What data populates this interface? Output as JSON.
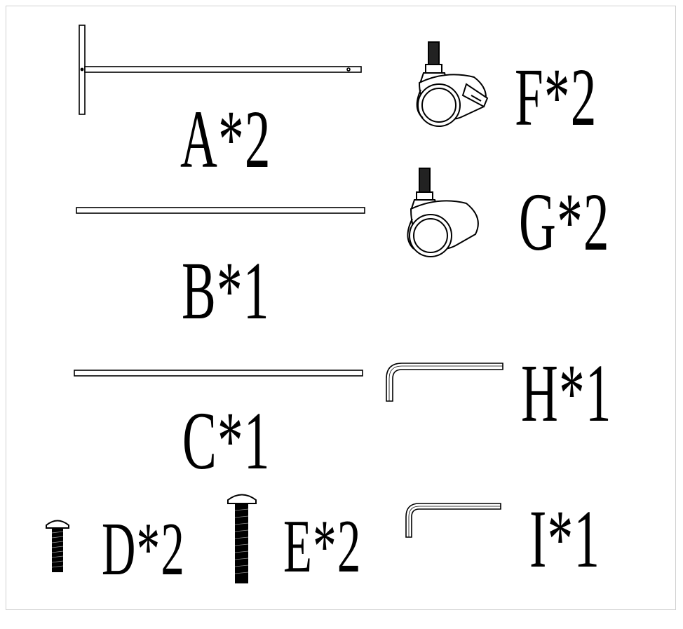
{
  "parts": [
    {
      "id": "A",
      "label": "A*2",
      "icon": "t-frame-tube-icon"
    },
    {
      "id": "B",
      "label": "B*1",
      "icon": "long-tube-icon"
    },
    {
      "id": "C",
      "label": "C*1",
      "icon": "long-tube-icon"
    },
    {
      "id": "D",
      "label": "D*2",
      "icon": "short-bolt-icon"
    },
    {
      "id": "E",
      "label": "E*2",
      "icon": "long-bolt-icon"
    },
    {
      "id": "F",
      "label": "F*2",
      "icon": "locking-caster-wheel-icon"
    },
    {
      "id": "G",
      "label": "G*2",
      "icon": "caster-wheel-icon"
    },
    {
      "id": "H",
      "label": "H*1",
      "icon": "large-allen-key-icon"
    },
    {
      "id": "I",
      "label": "I*1",
      "icon": "small-allen-key-icon"
    }
  ],
  "colors": {
    "line": "#000000",
    "background": "#ffffff",
    "frame": "#cfcfcf"
  }
}
